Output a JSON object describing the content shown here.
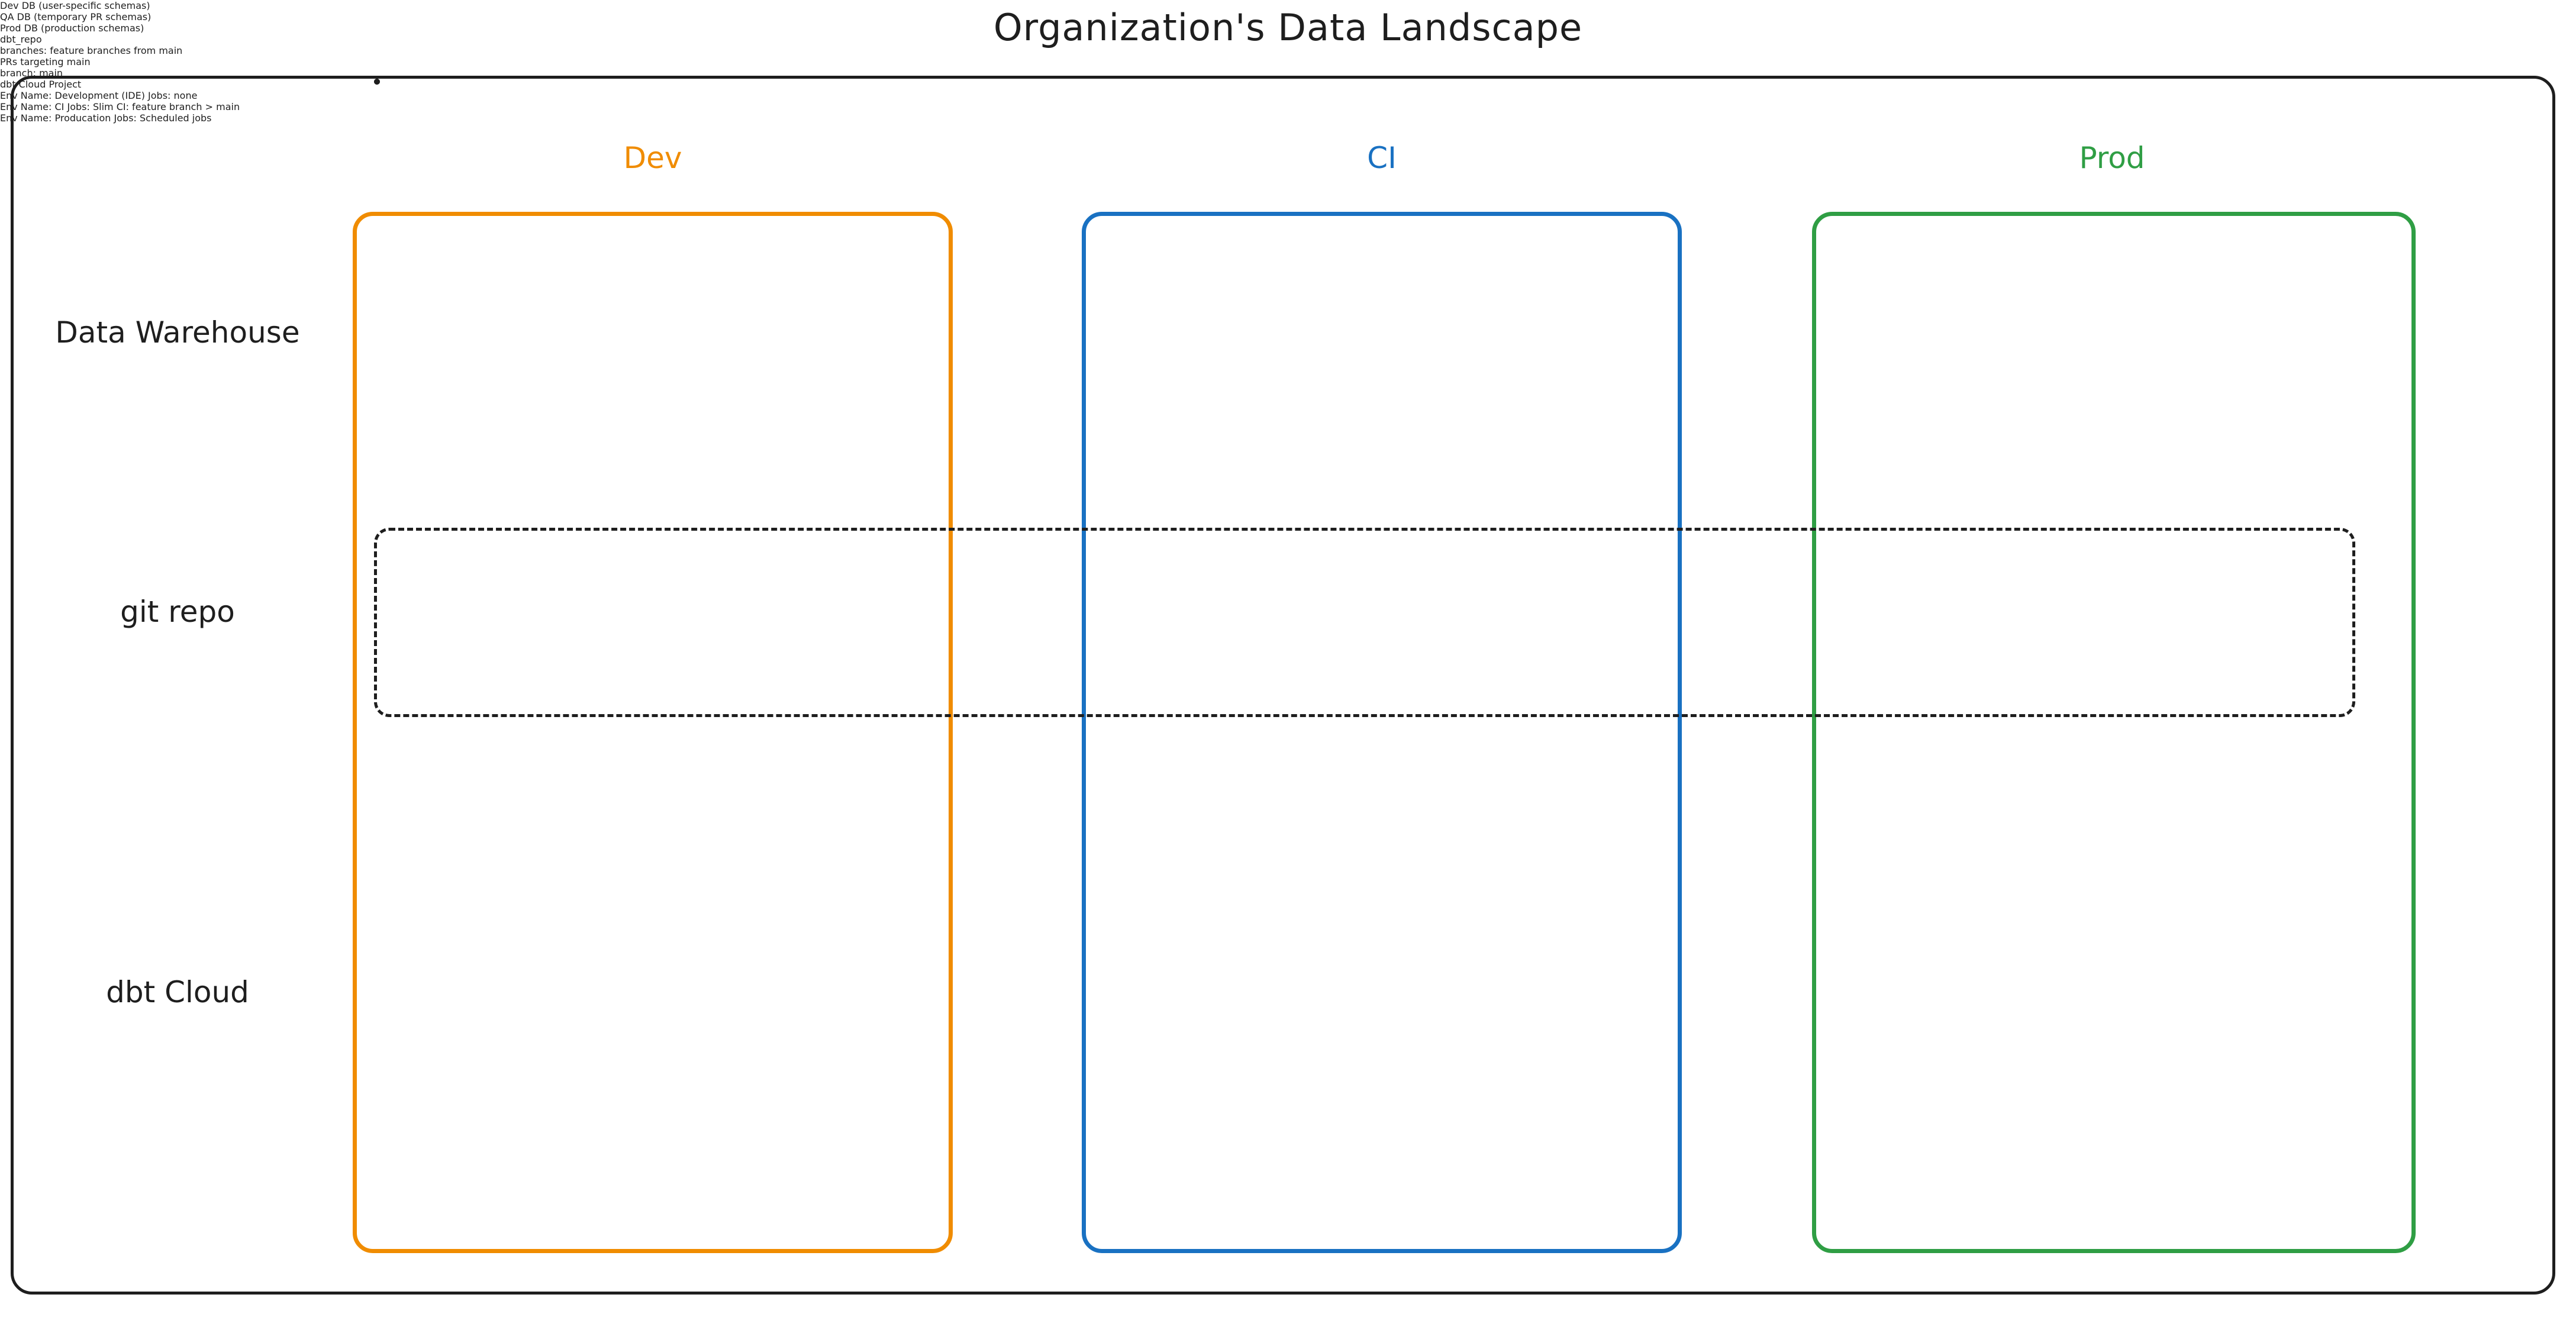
{
  "title": "Organization's Data Landscape",
  "columns": [
    {
      "key": "dev",
      "label": "Dev",
      "color": "#f08c00"
    },
    {
      "key": "ci",
      "label": "CI",
      "color": "#1971c2"
    },
    {
      "key": "prod",
      "label": "Prod",
      "color": "#2f9e44"
    }
  ],
  "rows": [
    {
      "key": "data_warehouse",
      "label_line1": "Data",
      "label_line2": "Warehouse"
    },
    {
      "key": "git_repo",
      "label_line1": "git repo",
      "label_line2": ""
    },
    {
      "key": "dbt_cloud",
      "label_line1": "dbt Cloud",
      "label_line2": ""
    }
  ],
  "groups": {
    "git_repo": {
      "label": "dbt_repo"
    },
    "dbt_cloud": {
      "label": "dbt Cloud Project"
    }
  },
  "data_warehouse": {
    "dev": {
      "line1": "Dev DB",
      "line2": "(user-specific schemas)"
    },
    "ci": {
      "line1": "QA DB",
      "line2": "(temporary PR schemas)"
    },
    "prod": {
      "line1": "Prod DB",
      "line2": "(production schemas)"
    }
  },
  "git_repo": {
    "dev": {
      "line1": "branches:",
      "line2": "feature branches from main"
    },
    "ci": {
      "line1": "PRs targeting main",
      "line2": ""
    },
    "prod": {
      "line1": "branch: main",
      "line2": ""
    }
  },
  "dbt_cloud": {
    "dev": {
      "env_label": "Env Name:",
      "env_value": "Development (IDE)",
      "jobs_label": "Jobs:",
      "jobs_value": "none"
    },
    "ci": {
      "env_label": "Env Name:",
      "env_value": "CI",
      "jobs_label": "Jobs:",
      "jobs_value": "Slim CI: feature branch > main"
    },
    "prod": {
      "env_label": "Env Name:",
      "env_value": "Producation",
      "jobs_label": "Jobs:",
      "jobs_value": "Scheduled jobs"
    }
  }
}
